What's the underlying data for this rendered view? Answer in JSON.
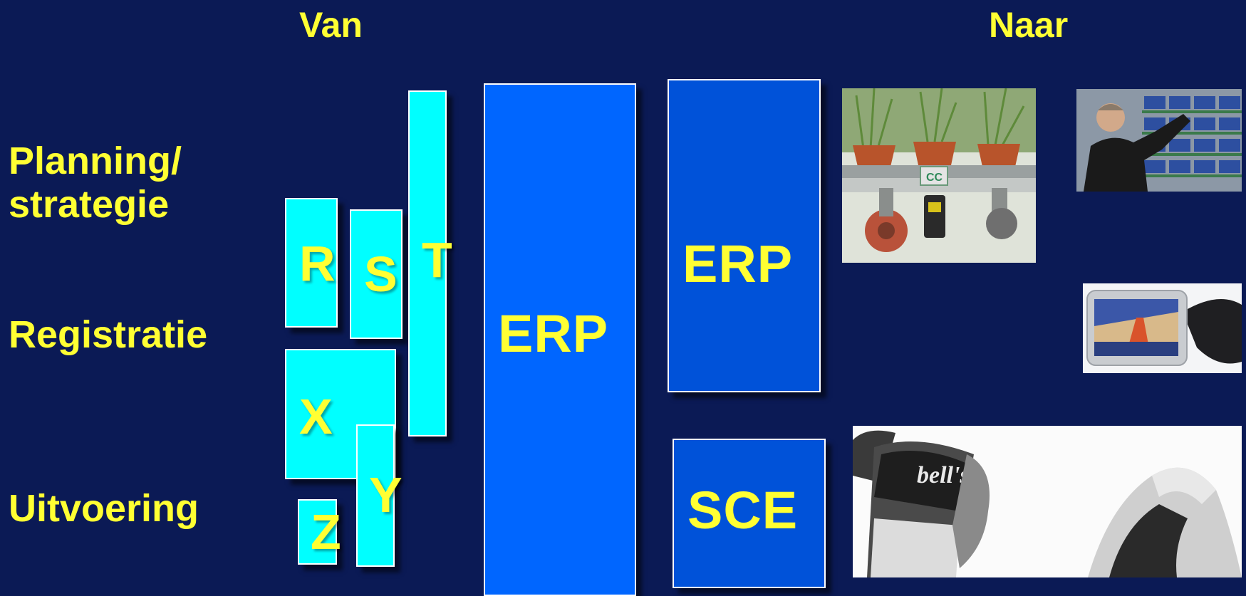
{
  "headings": {
    "from": "Van",
    "to": "Naar"
  },
  "rows": {
    "planning_line1": "Planning/",
    "planning_line2": "strategie",
    "registratie": "Registratie",
    "uitvoering": "Uitvoering"
  },
  "from_systems": {
    "r": "R",
    "s": "S",
    "t": "T",
    "x": "X",
    "y": "Y",
    "z": "Z",
    "erp": "ERP"
  },
  "to_systems": {
    "erp": "ERP",
    "sce": "SCE"
  },
  "photo_texts": {
    "cart_tag": "CC",
    "can_brand": "bell's"
  },
  "colors": {
    "background": "#0b1a55",
    "text": "#ffff33",
    "legacy_box": "#00ffff",
    "erp_old": "#0066ff",
    "erp_new": "#0052d9"
  }
}
